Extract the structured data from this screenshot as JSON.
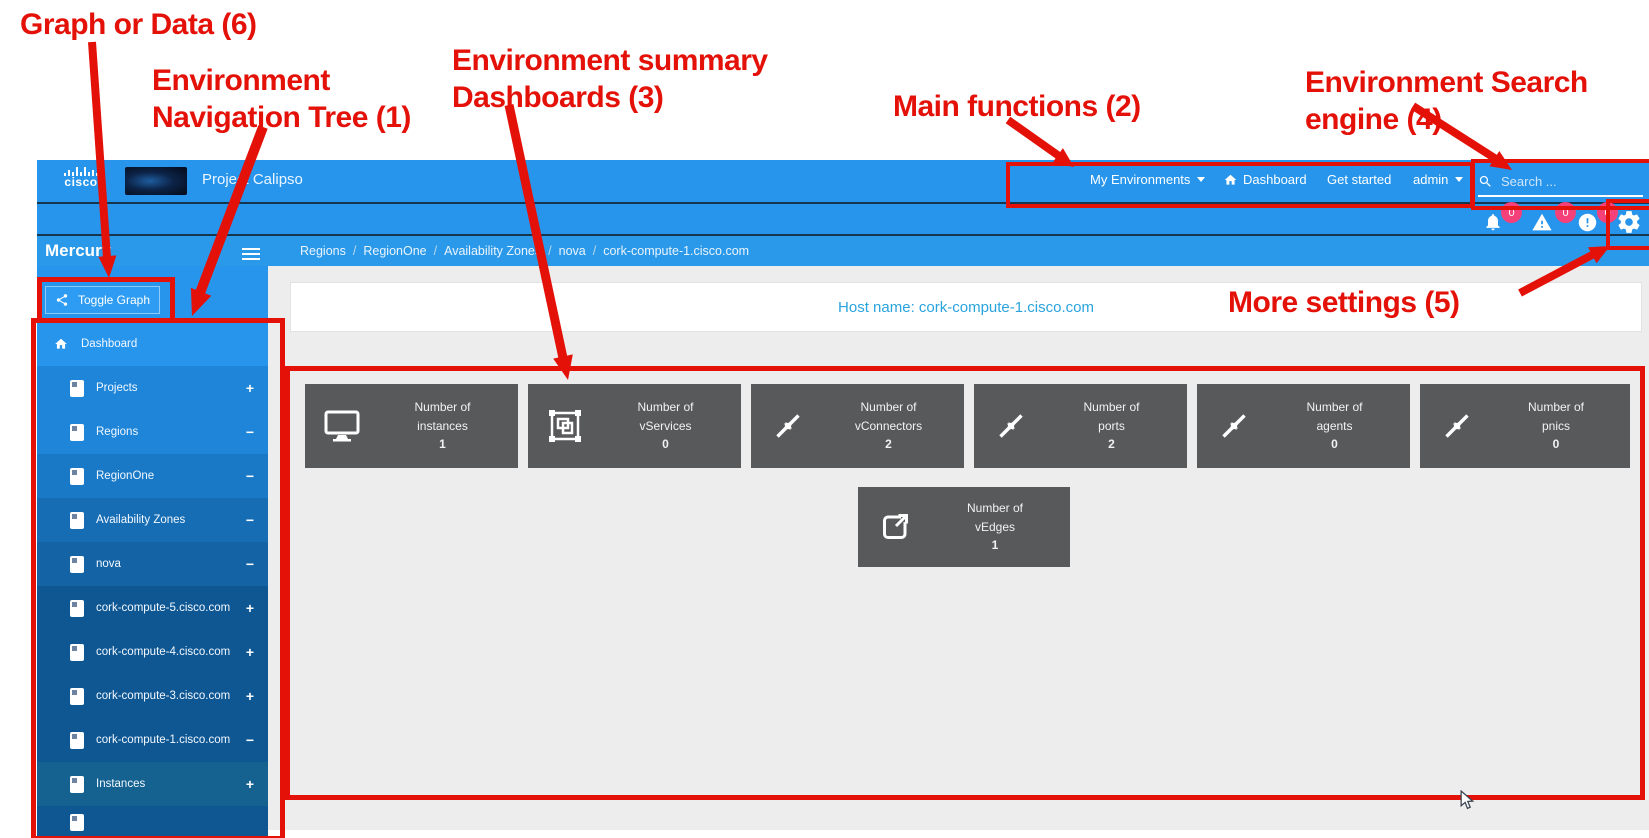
{
  "annotations": {
    "graph_or_data": "Graph or Data (6)",
    "nav_tree_line1": "Environment",
    "nav_tree_line2": "Navigation Tree (1)",
    "summary_line1": "Environment summary",
    "summary_line2": "Dashboards (3)",
    "main_functions": "Main functions (2)",
    "search_line1": "Environment Search",
    "search_line2": "engine (4)",
    "more_settings": "More settings (5)",
    "annotation_red": "#e41109"
  },
  "header": {
    "logo_text": "cisco",
    "brand": "Project Calipso",
    "menu": [
      {
        "label": "My Environments"
      },
      {
        "label": "Dashboard"
      },
      {
        "label": "Get started"
      },
      {
        "label": "admin"
      }
    ],
    "search_placeholder": "Search ..."
  },
  "notification_bar": {
    "bell_count": "0",
    "warning_count": "0",
    "error_count": "0"
  },
  "environment_bar": {
    "name": "Mercury",
    "separator": "/",
    "breadcrumb": [
      "Regions",
      "RegionOne",
      "Availability Zones",
      "nova",
      "cork-compute-1.cisco.com"
    ]
  },
  "sidebar": {
    "toggle_graph_label": "Toggle Graph",
    "tree": [
      {
        "label": "Dashboard",
        "expander": ""
      },
      {
        "label": "Projects",
        "expander": "+"
      },
      {
        "label": "Regions",
        "expander": "−"
      },
      {
        "label": "RegionOne",
        "expander": "−"
      },
      {
        "label": "Availability Zones",
        "expander": "−"
      },
      {
        "label": "nova",
        "expander": "−"
      },
      {
        "label": "cork-compute-5.cisco.com",
        "expander": "+"
      },
      {
        "label": "cork-compute-4.cisco.com",
        "expander": "+"
      },
      {
        "label": "cork-compute-3.cisco.com",
        "expander": "+"
      },
      {
        "label": "cork-compute-1.cisco.com",
        "expander": "−"
      },
      {
        "label": "Instances",
        "expander": "+"
      },
      {
        "label": "",
        "expander": ""
      }
    ]
  },
  "main": {
    "host_title": "Host name: cork-compute-1.cisco.com",
    "tiles": [
      {
        "line1": "Number of",
        "line2": "instances",
        "value": "1"
      },
      {
        "line1": "Number of",
        "line2": "vServices",
        "value": "0"
      },
      {
        "line1": "Number of",
        "line2": "vConnectors",
        "value": "2"
      },
      {
        "line1": "Number of",
        "line2": "ports",
        "value": "2"
      },
      {
        "line1": "Number of",
        "line2": "agents",
        "value": "0"
      },
      {
        "line1": "Number of",
        "line2": "pnics",
        "value": "0"
      }
    ],
    "tile_vedges": {
      "line1": "Number of",
      "line2": "vEdges",
      "value": "1"
    }
  },
  "colors": {
    "header_blue": "#2795ec",
    "badge_pink": "#f5407a",
    "tile_gray": "#58595b",
    "host_text_blue": "#2aa4dd"
  }
}
